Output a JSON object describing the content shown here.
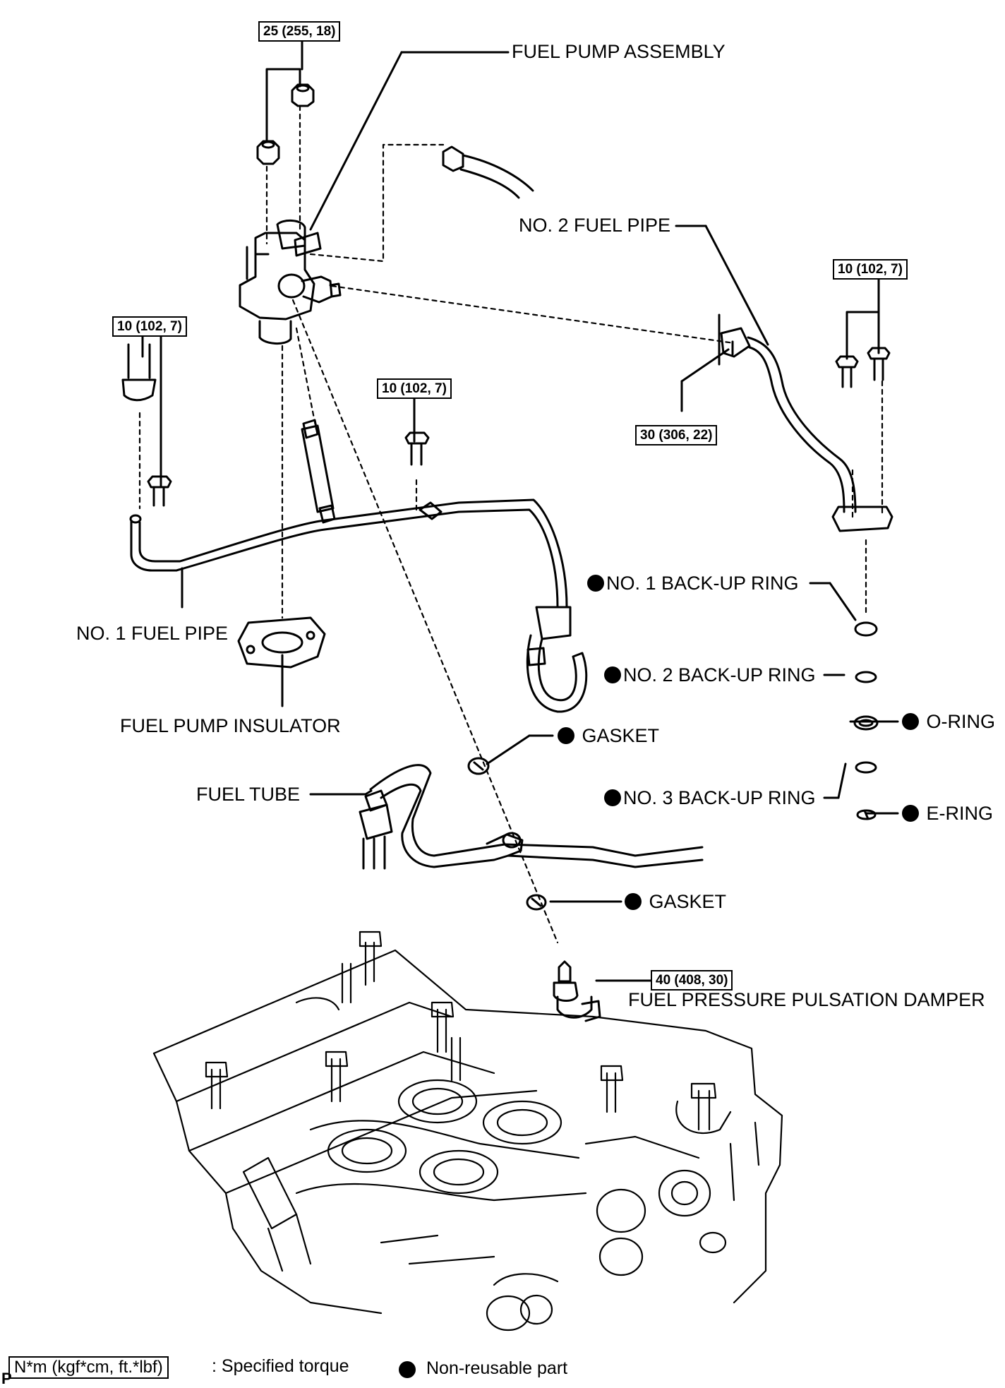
{
  "torque_specs": {
    "top_nuts": "25 (255, 18)",
    "pipe1_left": "10 (102, 7)",
    "pipe1_mid": "10 (102, 7)",
    "pipe2_bolts": "10 (102, 7)",
    "pipe2_union": "30 (306, 22)",
    "damper": "40 (408, 30)"
  },
  "labels": {
    "fuel_pump_assembly": "FUEL PUMP ASSEMBLY",
    "no2_fuel_pipe": "NO. 2 FUEL PIPE",
    "no1_fuel_pipe": "NO. 1 FUEL PIPE",
    "fuel_pump_insulator": "FUEL PUMP INSULATOR",
    "fuel_tube": "FUEL TUBE",
    "no1_backup_ring": "NO. 1 BACK-UP RING",
    "no2_backup_ring": "NO. 2 BACK-UP RING",
    "o_ring": "O-RING",
    "no3_backup_ring": "NO. 3 BACK-UP RING",
    "e_ring": "E-RING",
    "gasket_upper": "GASKET",
    "gasket_lower": "GASKET",
    "fuel_pressure_pulsation_damper": "FUEL PRESSURE PULSATION DAMPER"
  },
  "legend": {
    "torque_unit": "N*m (kgf*cm, ft.*lbf)",
    "torque_desc": ": Specified torque",
    "nonreusable_desc": "Non-reusable part"
  },
  "corner_mark": "P"
}
